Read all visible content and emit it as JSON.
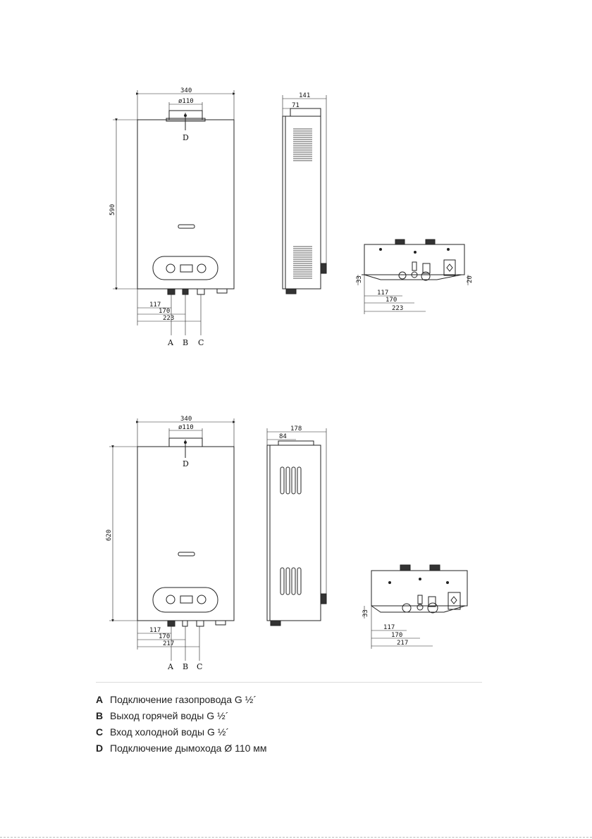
{
  "drawings": [
    {
      "front": {
        "width_dim": "340",
        "flue_dim": "ø110",
        "flue_label": "D",
        "height_dim": "590",
        "bottom_dims": [
          "117",
          "170",
          "223"
        ],
        "connection_labels": [
          "A",
          "B",
          "C"
        ]
      },
      "side": {
        "depth_dim": "141",
        "offset_dim": "71"
      },
      "bottom": {
        "left_dim": "33",
        "right_dim": "20",
        "dims": [
          "117",
          "170",
          "223"
        ]
      }
    },
    {
      "front": {
        "width_dim": "340",
        "flue_dim": "ø110",
        "flue_label": "D",
        "height_dim": "620",
        "bottom_dims": [
          "117",
          "170",
          "217"
        ],
        "connection_labels": [
          "A",
          "B",
          "C"
        ]
      },
      "side": {
        "depth_dim": "178",
        "offset_dim": "84"
      },
      "bottom": {
        "left_dim": "33",
        "dims": [
          "117",
          "170",
          "217"
        ]
      }
    }
  ],
  "legend": [
    {
      "letter": "A",
      "text": "Подключение газопровода G ½´"
    },
    {
      "letter": "B",
      "text": "Выход горячей воды G ½´"
    },
    {
      "letter": "C",
      "text": "Вход холодной воды G ½´"
    },
    {
      "letter": "D",
      "text": "Подключение дымохода Ø 110 мм"
    }
  ]
}
